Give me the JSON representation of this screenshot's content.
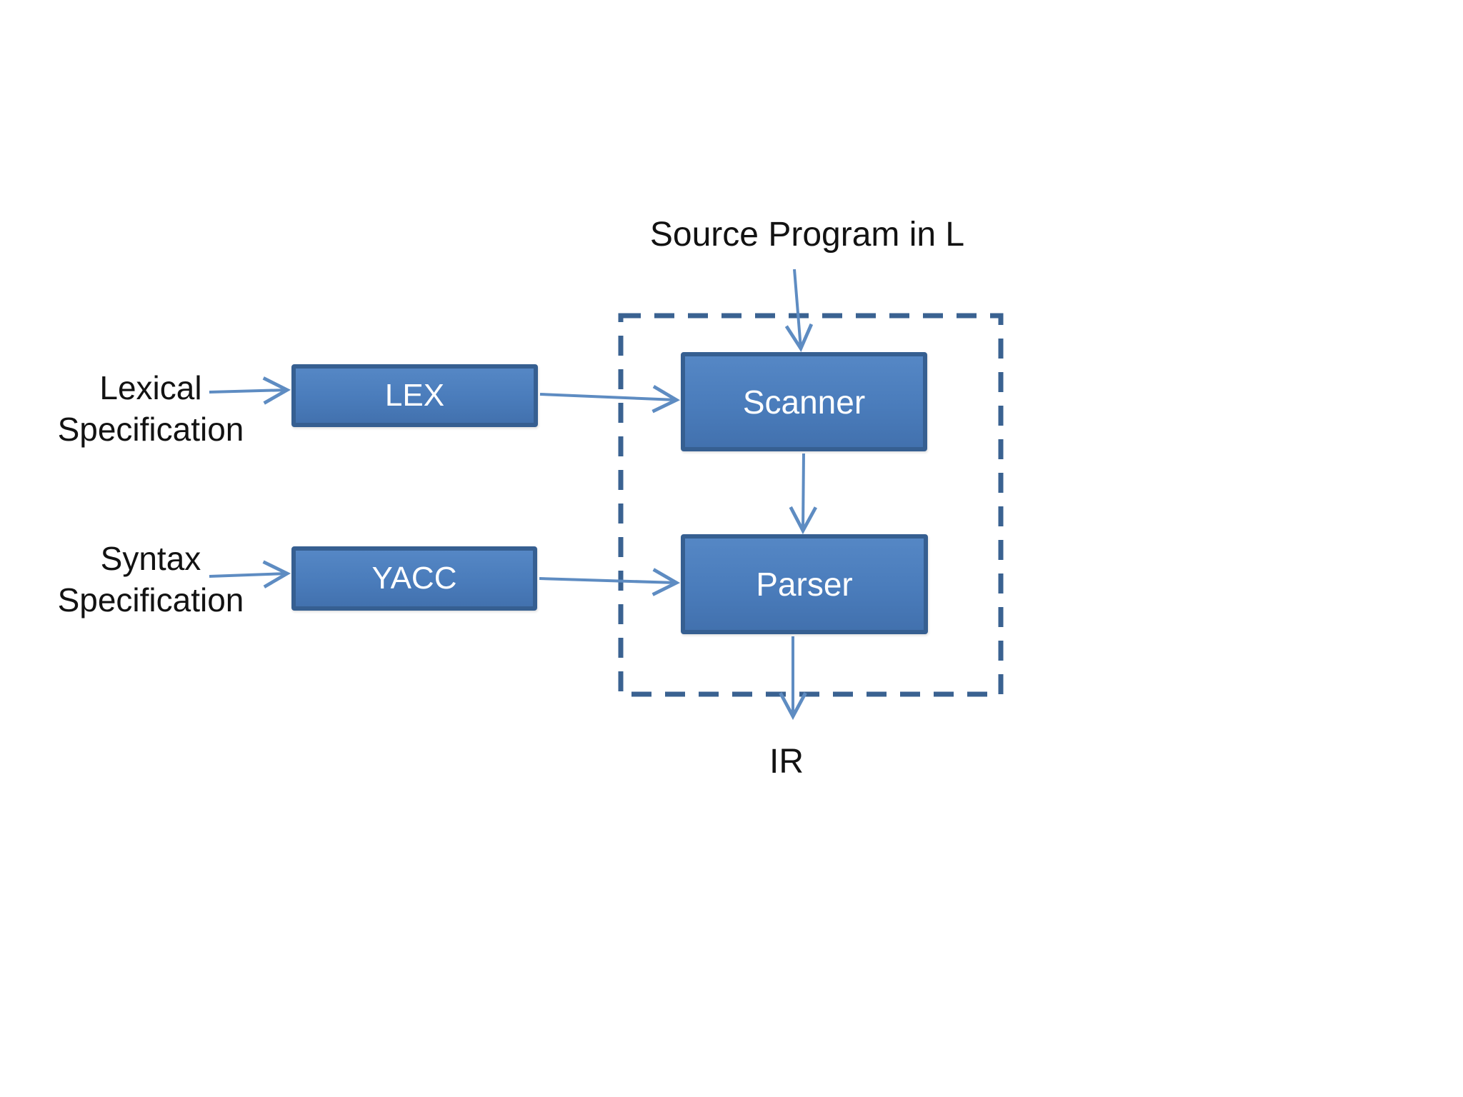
{
  "diagram": {
    "source_label": "Source Program in L",
    "ir_label": "IR",
    "input_labels": [
      {
        "line1": "Lexical",
        "line2": "Specification"
      },
      {
        "line1": "Syntax",
        "line2": "Specification"
      }
    ],
    "boxes": [
      {
        "id": "lex",
        "label": "LEX"
      },
      {
        "id": "yacc",
        "label": "YACC"
      },
      {
        "id": "scanner",
        "label": "Scanner"
      },
      {
        "id": "parser",
        "label": "Parser"
      }
    ],
    "group": {
      "style": "dashed-rectangle",
      "contains": [
        "Scanner",
        "Parser"
      ]
    },
    "edges": [
      {
        "from": "Lexical Specification",
        "to": "LEX"
      },
      {
        "from": "Syntax Specification",
        "to": "YACC"
      },
      {
        "from": "LEX",
        "to": "Scanner"
      },
      {
        "from": "YACC",
        "to": "Parser"
      },
      {
        "from": "Source Program in L",
        "to": "Scanner"
      },
      {
        "from": "Scanner",
        "to": "Parser"
      },
      {
        "from": "Parser",
        "to": "IR"
      }
    ],
    "colors": {
      "box_fill": "#4a7cbb",
      "box_border": "#365f91",
      "arrow": "#5e8cc2",
      "dashed_boundary": "#3a6291",
      "text": "#121212",
      "box_text": "#ffffff",
      "background": "#ffffff"
    }
  }
}
